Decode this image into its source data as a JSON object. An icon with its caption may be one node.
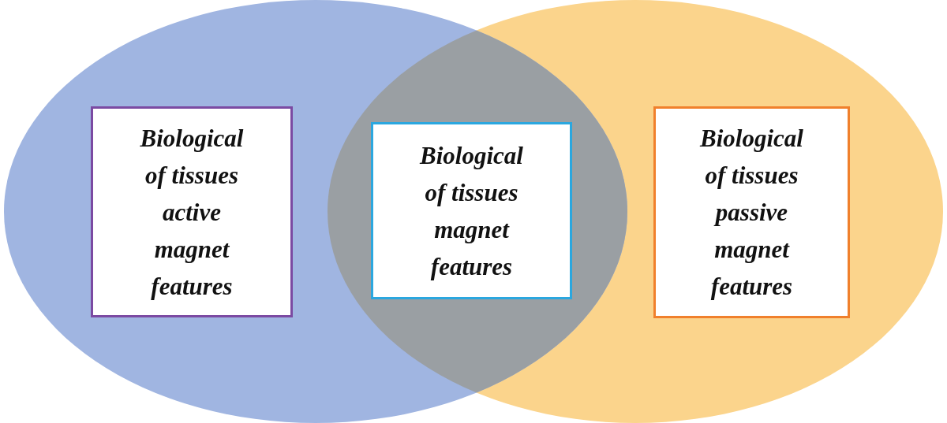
{
  "diagram": {
    "nodes": [
      {
        "text": [],
        "shape": "circle"
      },
      {
        "text": [
          "Biological of tissues active magnet features"
        ],
        "in": 0
      },
      {
        "text": [
          "Biological of tissues magnet features"
        ]
      },
      {
        "text": [],
        "shape": "circle"
      },
      {
        "text": [
          "Biological of tissues passive magnet features"
        ],
        "in": 3
      }
    ],
    "edges": []
  }
}
